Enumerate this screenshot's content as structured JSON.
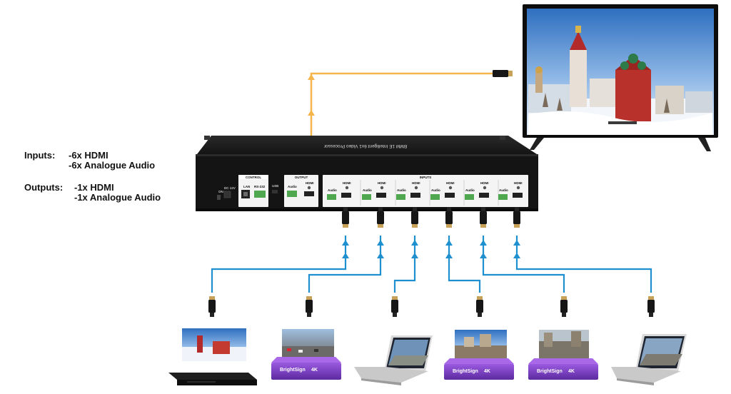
{
  "specs": {
    "inputs_label": "Inputs:",
    "inputs_line1": "-6x HDMI",
    "inputs_line2": "-6x Analogue Audio",
    "outputs_label": "Outputs:",
    "outputs_line1": "-1x HDMI",
    "outputs_line2": "-1x Analogue Audio"
  },
  "device": {
    "mirrored_title": "BMM 1E Intelligent 6x1 Video Processor",
    "control_label": "CONTROL",
    "output_label": "OUTPUT",
    "inputs_label": "INPUTS",
    "power_label": "ON",
    "dc_label": "DC 12V",
    "lan_label": "LAN",
    "rs232_label": "RS-232",
    "usb_label": "USB",
    "audio_label": "Audio",
    "hdmi_label": "HDMI"
  },
  "sources": {
    "brightsign_label": "BrightSign",
    "brightsign_model": "4K"
  },
  "colors": {
    "output_cable": "#f5b54a",
    "input_cable": "#1e8fcf",
    "chassis": "#1c1c1c",
    "brightsign": "#7b3fc2"
  }
}
